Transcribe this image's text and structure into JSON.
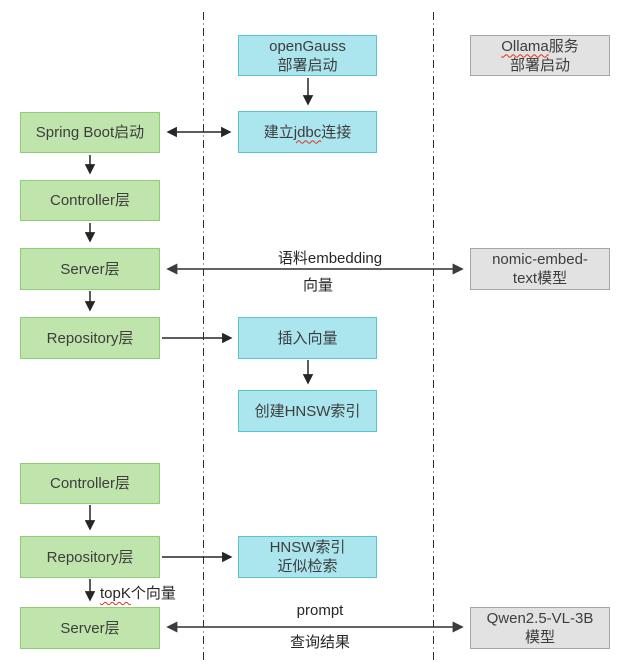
{
  "colors": {
    "green_fill": "#c0e5ac",
    "green_border": "#8fce77",
    "cyan_fill": "#abe5ee",
    "cyan_border": "#5bc4d4",
    "gray_fill": "#e2e2e2",
    "gray_border": "#a6a6a6",
    "arrow_dark": "#262626",
    "arrow_gray": "#4d4d4d",
    "spellcheck_squiggle": "#e0331f",
    "text": "#3d3d3d"
  },
  "nodes": {
    "spring_boot": "Spring Boot启动",
    "controller_1": "Controller层",
    "server_1": "Server层",
    "repository_1": "Repository层",
    "controller_2": "Controller层",
    "repository_2": "Repository层",
    "server_2": "Server层",
    "opengauss": {
      "line1": "openGauss",
      "line2": "部署启动"
    },
    "jdbc": {
      "pre": "建立",
      "typo": "jdbc",
      "post": "连接"
    },
    "insert_vector": "插入向量",
    "create_hnsw_index": "创建HNSW索引",
    "hnsw_search": {
      "line1": "HNSW索引",
      "line2": "近似检索"
    },
    "ollama": {
      "line1_typo": "Ollama",
      "line1_rest": "服务",
      "line2": "部署启动"
    },
    "nomic_embed": {
      "line1": "nomic-embed-",
      "line2": "text模型"
    },
    "qwen": {
      "line1": "Qwen2.5-VL-3B",
      "line2": "模型"
    }
  },
  "edge_labels": {
    "embedding": "语料embedding",
    "vector": "向量",
    "topk_typo": "topK",
    "topk_rest": "个向量",
    "prompt": "prompt",
    "query_result": "查询结果"
  }
}
